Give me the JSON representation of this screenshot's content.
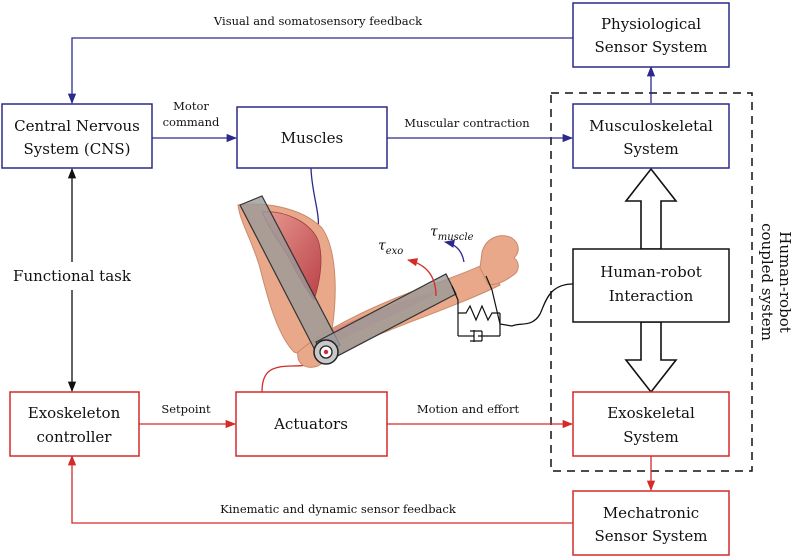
{
  "colors": {
    "human": "#2b2a8c",
    "robot": "#d42a2a",
    "neutral": "#111111",
    "skin": "#e8a889",
    "muscle": "#c8575c",
    "exo": "#9a9a9a"
  },
  "boxes": {
    "physiological": {
      "line1": "Physiological",
      "line2": "Sensor System"
    },
    "cns": {
      "line1": "Central Nervous",
      "line2": "System (CNS)"
    },
    "muscles": {
      "line1": "Muscles"
    },
    "musculoskeletal": {
      "line1": "Musculoskeletal",
      "line2": "System"
    },
    "hri": {
      "line1": "Human-robot",
      "line2": "Interaction"
    },
    "exo_controller": {
      "line1": "Exoskeleton",
      "line2": "controller"
    },
    "actuators": {
      "line1": "Actuators"
    },
    "exoskeletal": {
      "line1": "Exoskeletal",
      "line2": "System"
    },
    "mechatronic": {
      "line1": "Mechatronic",
      "line2": "Sensor System"
    }
  },
  "edges": {
    "visual_feedback": "Visual and somatosensory feedback",
    "motor_command_1": "Motor",
    "motor_command_2": "command",
    "muscular_contraction": "Muscular contraction",
    "setpoint": "Setpoint",
    "motion_effort": "Motion and effort",
    "kinematic_feedback": "Kinematic and dynamic sensor feedback"
  },
  "labels": {
    "functional_task": "Functional task",
    "coupled_1": "Human-robot",
    "coupled_2": "coupled system",
    "tau_exo": "τ",
    "tau_exo_sub": "exo",
    "tau_muscle": "τ",
    "tau_muscle_sub": "muscle"
  }
}
